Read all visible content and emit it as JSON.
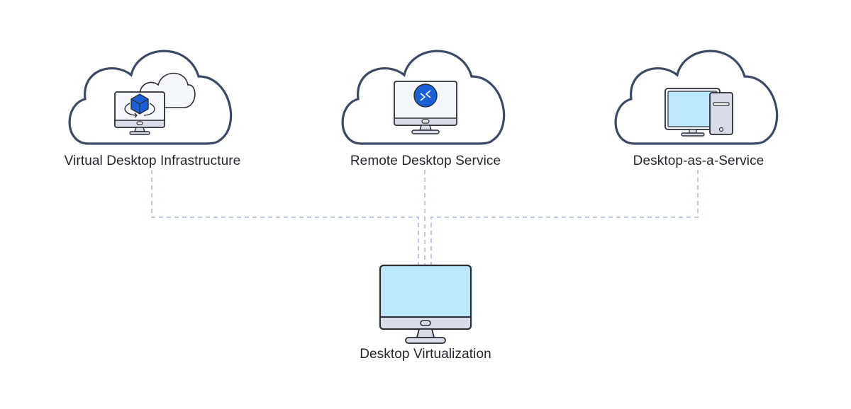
{
  "diagram": {
    "title": "Desktop Virtualization",
    "nodes": [
      {
        "id": "vdi",
        "label": "Virtual Desktop Infrastructure",
        "icon": "cloud-monitor-cube-icon"
      },
      {
        "id": "rds",
        "label": "Remote Desktop Service",
        "icon": "cloud-monitor-remote-icon"
      },
      {
        "id": "daas",
        "label": "Desktop-as-a-Service",
        "icon": "cloud-desktop-tower-icon"
      }
    ],
    "root": {
      "id": "dv",
      "label": "Desktop Virtualization",
      "icon": "monitor-icon"
    },
    "edges": [
      {
        "from": "vdi",
        "to": "dv"
      },
      {
        "from": "rds",
        "to": "dv"
      },
      {
        "from": "daas",
        "to": "dv"
      }
    ],
    "colors": {
      "outline": "#3d4a63",
      "icon_stroke": "#2b2d33",
      "screen": "#bde8fb",
      "bezel": "#d8dce8",
      "accent_blue": "#1a5fd6",
      "connector": "#a9bcd8",
      "text": "#24262b"
    }
  }
}
